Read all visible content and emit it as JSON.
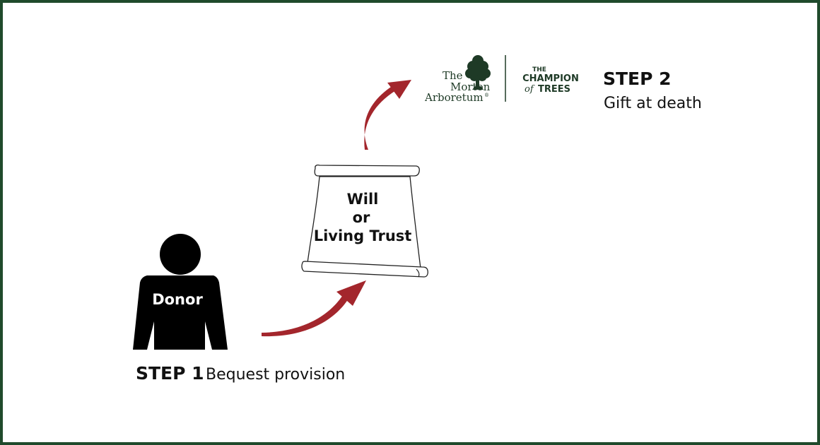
{
  "colors": {
    "border": "#1f4a2c",
    "arrow": "#a3262c",
    "donor": "#000000",
    "logo": "#1e3a26"
  },
  "donor": {
    "label": "Donor"
  },
  "document": {
    "lines": [
      "Will",
      "or",
      "Living Trust"
    ]
  },
  "step1": {
    "title": "STEP 1",
    "description": "Bequest provision"
  },
  "step2": {
    "title": "STEP 2",
    "description": "Gift at death"
  },
  "logo": {
    "line1": "The",
    "line2": "Morton",
    "line3": "Arboretum",
    "registered": "®",
    "tree_icon": "tree-icon",
    "partner_top": "THE",
    "partner_middle": "CHAMPION",
    "partner_bottom_italic": "of",
    "partner_bottom": "TREES"
  }
}
